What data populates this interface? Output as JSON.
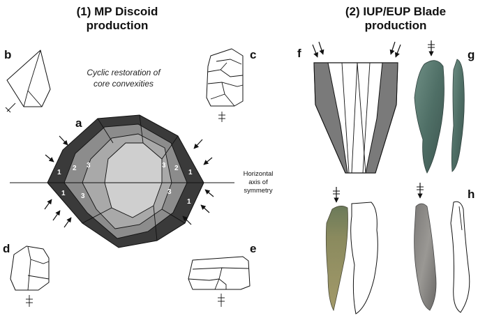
{
  "headings": {
    "left": [
      "(1) MP Discoid",
      "production"
    ],
    "right": [
      "(2) IUP/EUP Blade",
      "production"
    ]
  },
  "caption": [
    "Cyclic restoration of",
    "core convexities"
  ],
  "axis_label": [
    "Horizontal",
    "axis of",
    "symmetry"
  ],
  "panel_letters": {
    "a": "a",
    "b": "b",
    "c": "c",
    "d": "d",
    "e": "e",
    "f": "f",
    "g": "g",
    "h": "h"
  },
  "removal_numbers": [
    "1",
    "2",
    "3",
    "3",
    "2",
    "1",
    "1",
    "3",
    "3",
    "1"
  ],
  "colors": {
    "dark": "#3a3a3a",
    "mid": "#8c8c8c",
    "light": "#c8c8c8",
    "grey_blade": "#7a7a7a"
  }
}
